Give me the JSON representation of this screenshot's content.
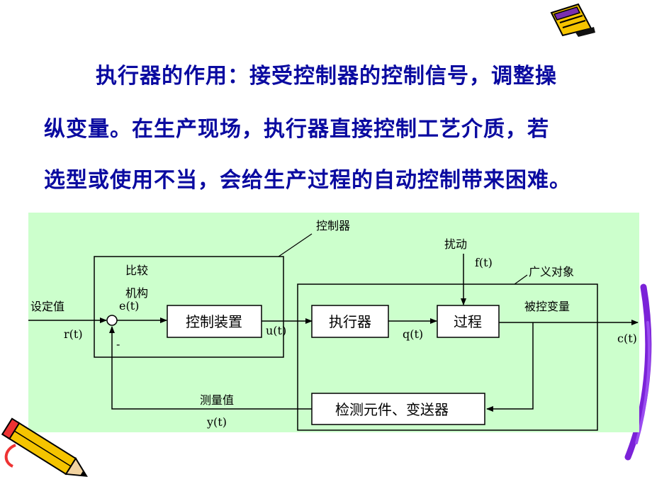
{
  "paragraph": {
    "line1": "执行器的作用：接受控制器的控制信号，调整操",
    "line2": "纵变量。在生产现场，执行器直接控制工艺介质，若",
    "line3": "选型或使用不当，会给生产过程的自动控制带来困难。"
  },
  "diagram": {
    "controller_label": "控制器",
    "comparator_label_1": "比较",
    "comparator_label_2": "机构",
    "setpoint_label": "设定值",
    "setpoint_signal": "r(t)",
    "error_signal": "e(t)",
    "minus_sign": "-",
    "control_device": "控制装置",
    "control_signal": "u(t)",
    "actuator": "执行器",
    "manipulated_signal": "q(t)",
    "process": "过程",
    "disturbance_label": "扰动",
    "disturbance_signal": "f(t)",
    "generalized_object_label": "广义对象",
    "controlled_variable_label": "被控变量",
    "output_signal": "c(t)",
    "sensor_transmitter": "检测元件、变送器",
    "measured_value_label": "测量值",
    "measured_signal": "y(t)"
  },
  "colors": {
    "text_blue": "#0a0aa0",
    "diagram_bg": "#ccffcc"
  },
  "icons": [
    "pencil-notepad-icon",
    "pencil-icon",
    "purple-swoosh-icon"
  ]
}
